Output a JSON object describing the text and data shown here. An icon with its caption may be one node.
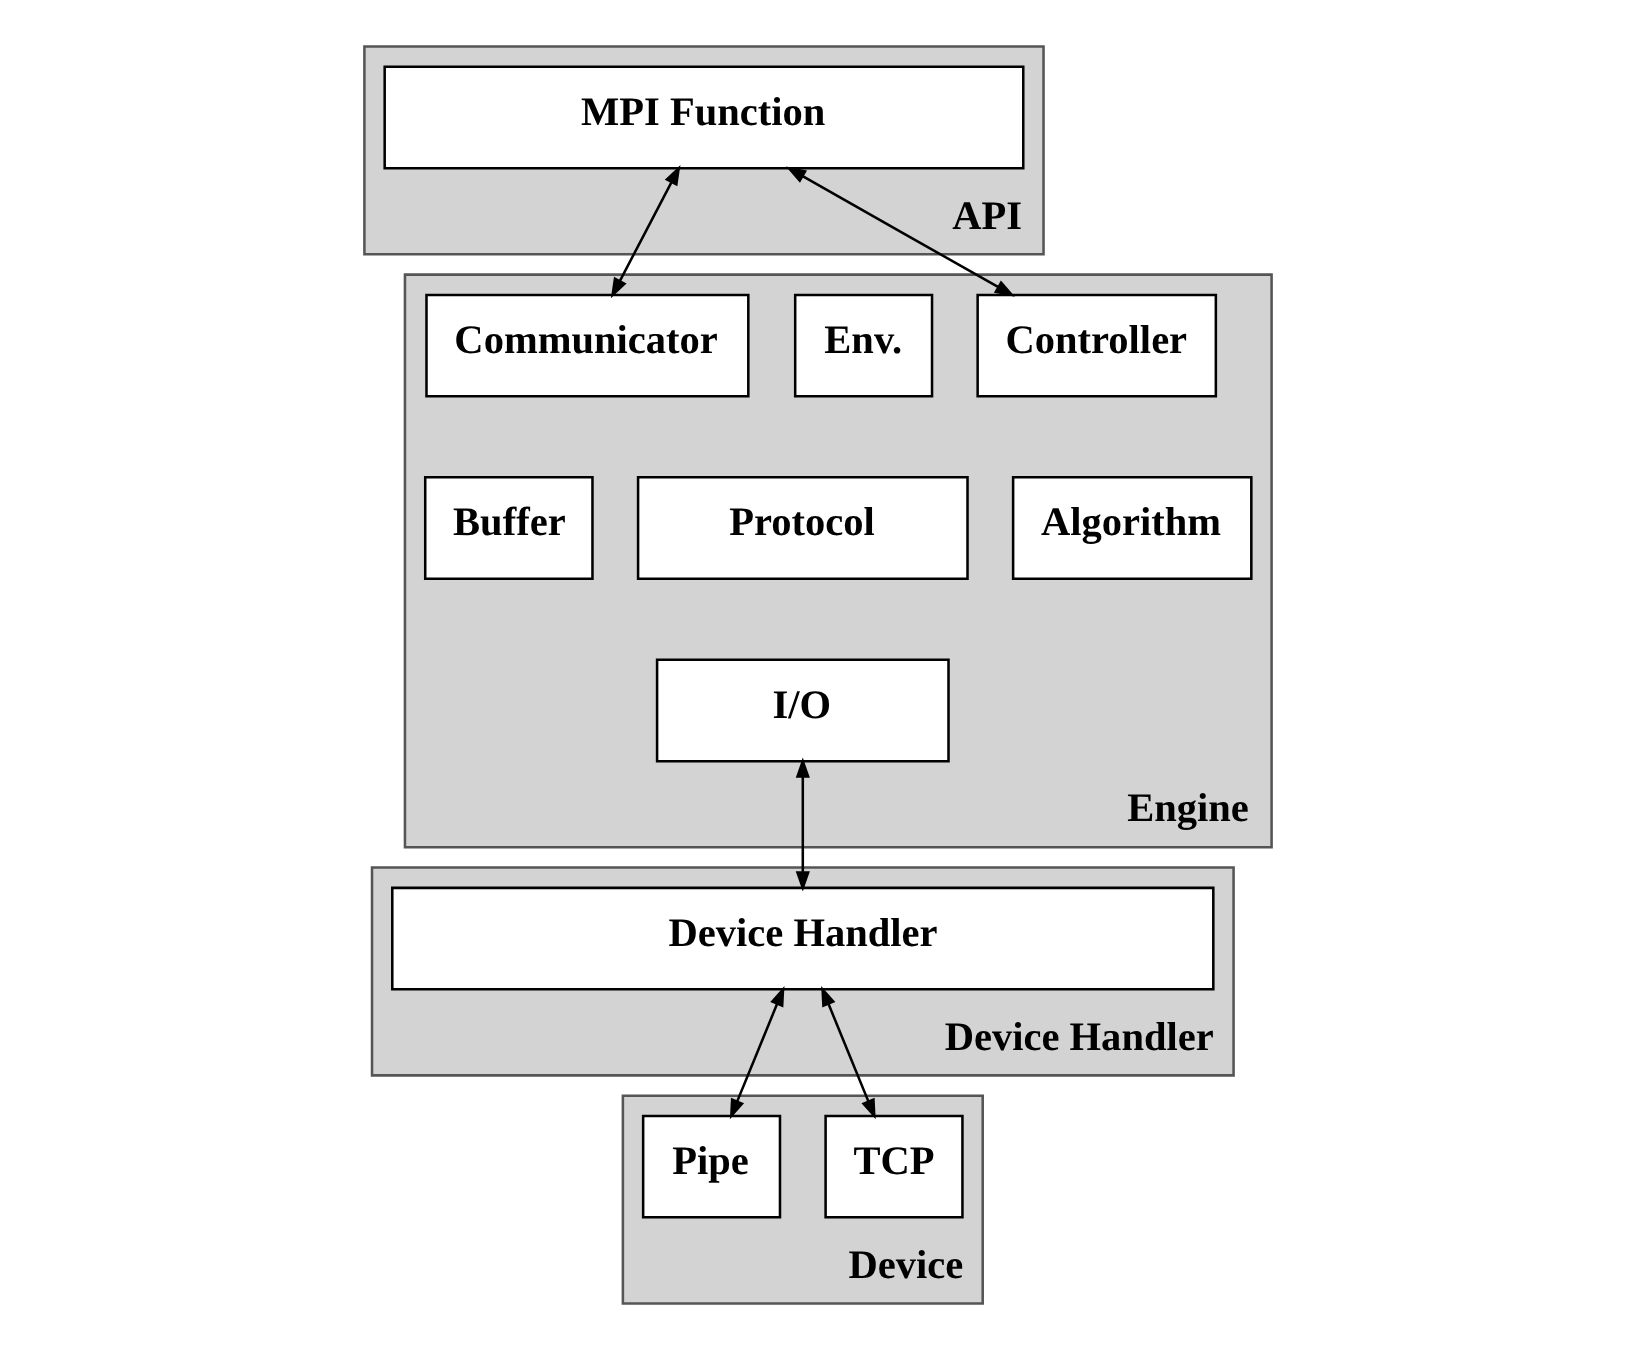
{
  "diagram": {
    "nodes": [
      {
        "text": [
          "API"
        ]
      },
      {
        "text": [
          "MPI Function"
        ],
        "in": 0
      },
      {
        "text": [
          "Engine"
        ]
      },
      {
        "text": [
          "Communicator"
        ],
        "in": 2
      },
      {
        "text": [
          "Env."
        ],
        "in": 2
      },
      {
        "text": [
          "Controller"
        ],
        "in": 2
      },
      {
        "text": [
          "Buffer"
        ],
        "in": 2
      },
      {
        "text": [
          "Protocol"
        ],
        "in": 2
      },
      {
        "text": [
          "Algorithm"
        ],
        "in": 2
      },
      {
        "text": [
          "I/O"
        ],
        "in": 2
      },
      {
        "text": [
          "Device Handler"
        ]
      },
      {
        "text": [
          "Device Handler"
        ],
        "in": 10
      },
      {
        "text": [
          "Device"
        ]
      },
      {
        "text": [
          "Pipe"
        ],
        "in": 12
      },
      {
        "text": [
          "TCP"
        ],
        "in": 12
      }
    ],
    "edges": [
      {
        "from": 1,
        "to": 3,
        "arrow": "both"
      },
      {
        "from": 1,
        "to": 5,
        "arrow": "both"
      },
      {
        "from": 9,
        "to": 11,
        "arrow": "both"
      },
      {
        "from": 11,
        "to": 13,
        "arrow": "both"
      },
      {
        "from": 11,
        "to": 14,
        "arrow": "both"
      }
    ]
  }
}
